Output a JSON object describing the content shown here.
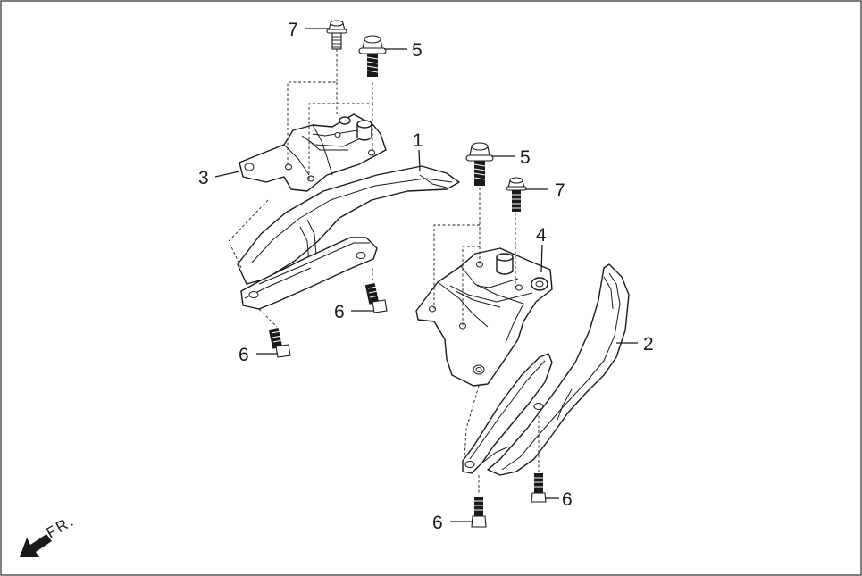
{
  "diagram": {
    "callouts": [
      {
        "id": "c-1-left",
        "label": "1"
      },
      {
        "id": "c-2-right",
        "label": "2"
      },
      {
        "id": "c-3-left",
        "label": "3"
      },
      {
        "id": "c-4-right",
        "label": "4"
      },
      {
        "id": "c-5-left",
        "label": "5"
      },
      {
        "id": "c-5-right",
        "label": "5"
      },
      {
        "id": "c-6-left-a",
        "label": "6"
      },
      {
        "id": "c-6-left-b",
        "label": "6"
      },
      {
        "id": "c-6-right-a",
        "label": "6"
      },
      {
        "id": "c-6-right-b",
        "label": "6"
      },
      {
        "id": "c-7-left",
        "label": "7"
      },
      {
        "id": "c-7-right",
        "label": "7"
      }
    ],
    "direction_indicator": {
      "label": "FR.",
      "icon": "front-arrow-icon"
    },
    "colors": {
      "line": "#1a1a1a",
      "background": "#ffffff"
    }
  }
}
